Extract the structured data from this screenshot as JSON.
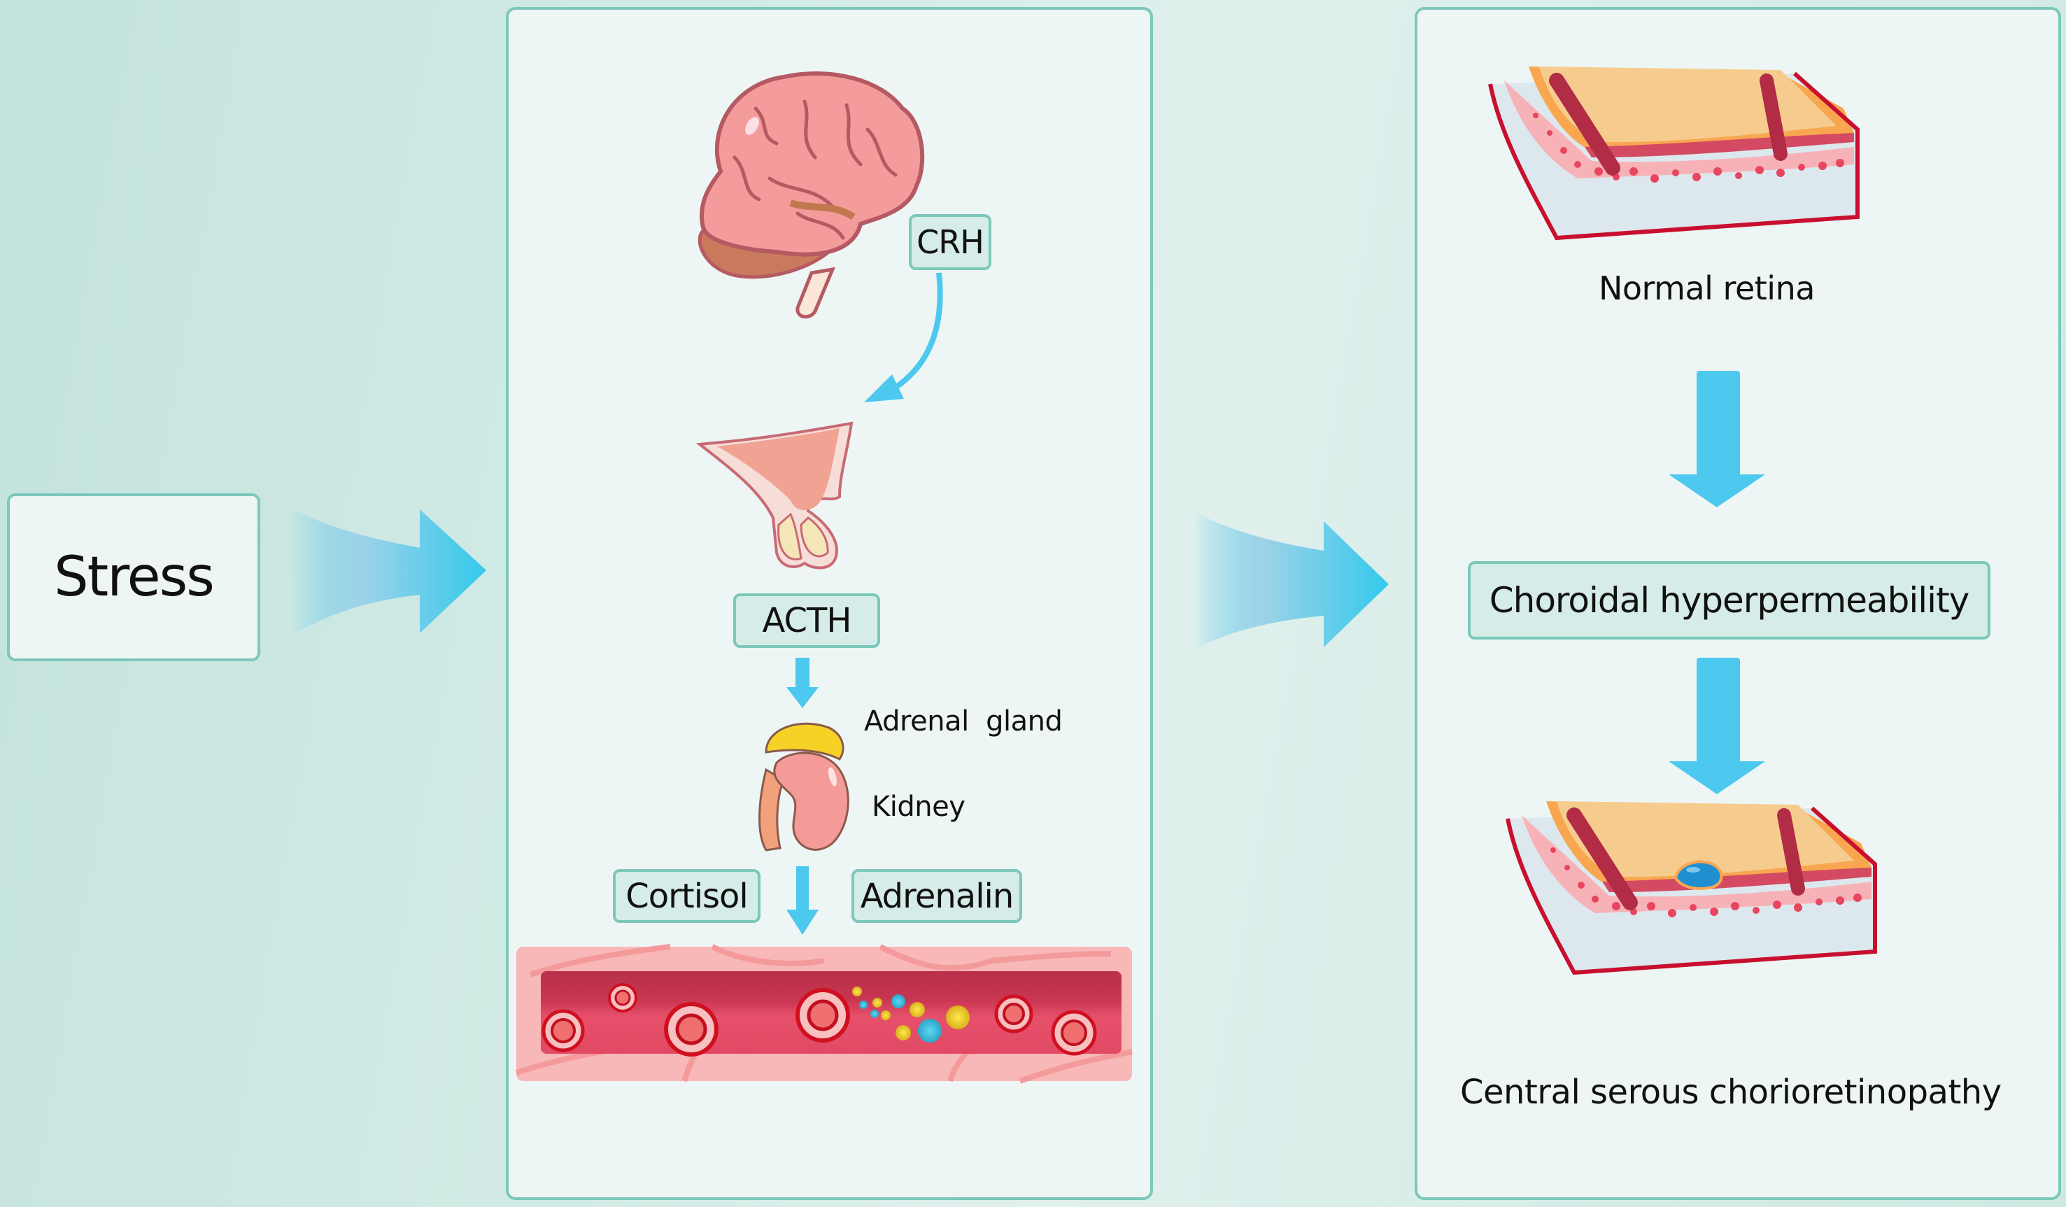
{
  "diagram": {
    "stimulus": {
      "label": "Stress"
    },
    "hpa_axis": {
      "hormone_crh": "CRH",
      "hormone_acth": "ACTH",
      "adrenal_label": "Adrenal  gland",
      "kidney_label": "Kidney",
      "cortisol_label": "Cortisol",
      "adrenalin_label": "Adrenalin",
      "organs": [
        "brain-icon",
        "pituitary-gland-icon",
        "kidney-adrenal-icon",
        "blood-vessel-icon"
      ]
    },
    "retina_outcome": {
      "normal_label": "Normal retina",
      "mechanism_label": "Choroidal hyperpermeability",
      "disease_label": "Central serous chorioretinopathy"
    },
    "colors": {
      "arrow_blue": "#4dc8ee",
      "panel_border": "#7cc8ba",
      "tag_fill": "#d6ece8",
      "panel_fill": "#edf6f5",
      "background": "#c9e6e0"
    }
  }
}
